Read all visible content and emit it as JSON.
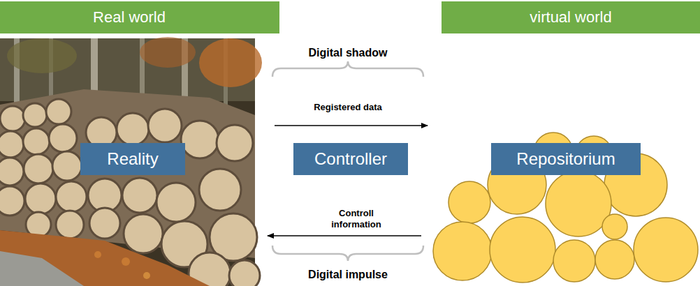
{
  "diagram": {
    "nodes": [
      {
        "text": [
          "Real world"
        ]
      },
      {
        "text": [
          "virtual world"
        ]
      },
      {
        "text": [
          "Reality"
        ]
      },
      {
        "text": [
          "Controller"
        ]
      },
      {
        "text": [
          "Repositorium"
        ]
      }
    ],
    "labels": [
      "Digital shadow",
      "Registered data",
      "Controll information",
      "Digital impulse"
    ]
  }
}
